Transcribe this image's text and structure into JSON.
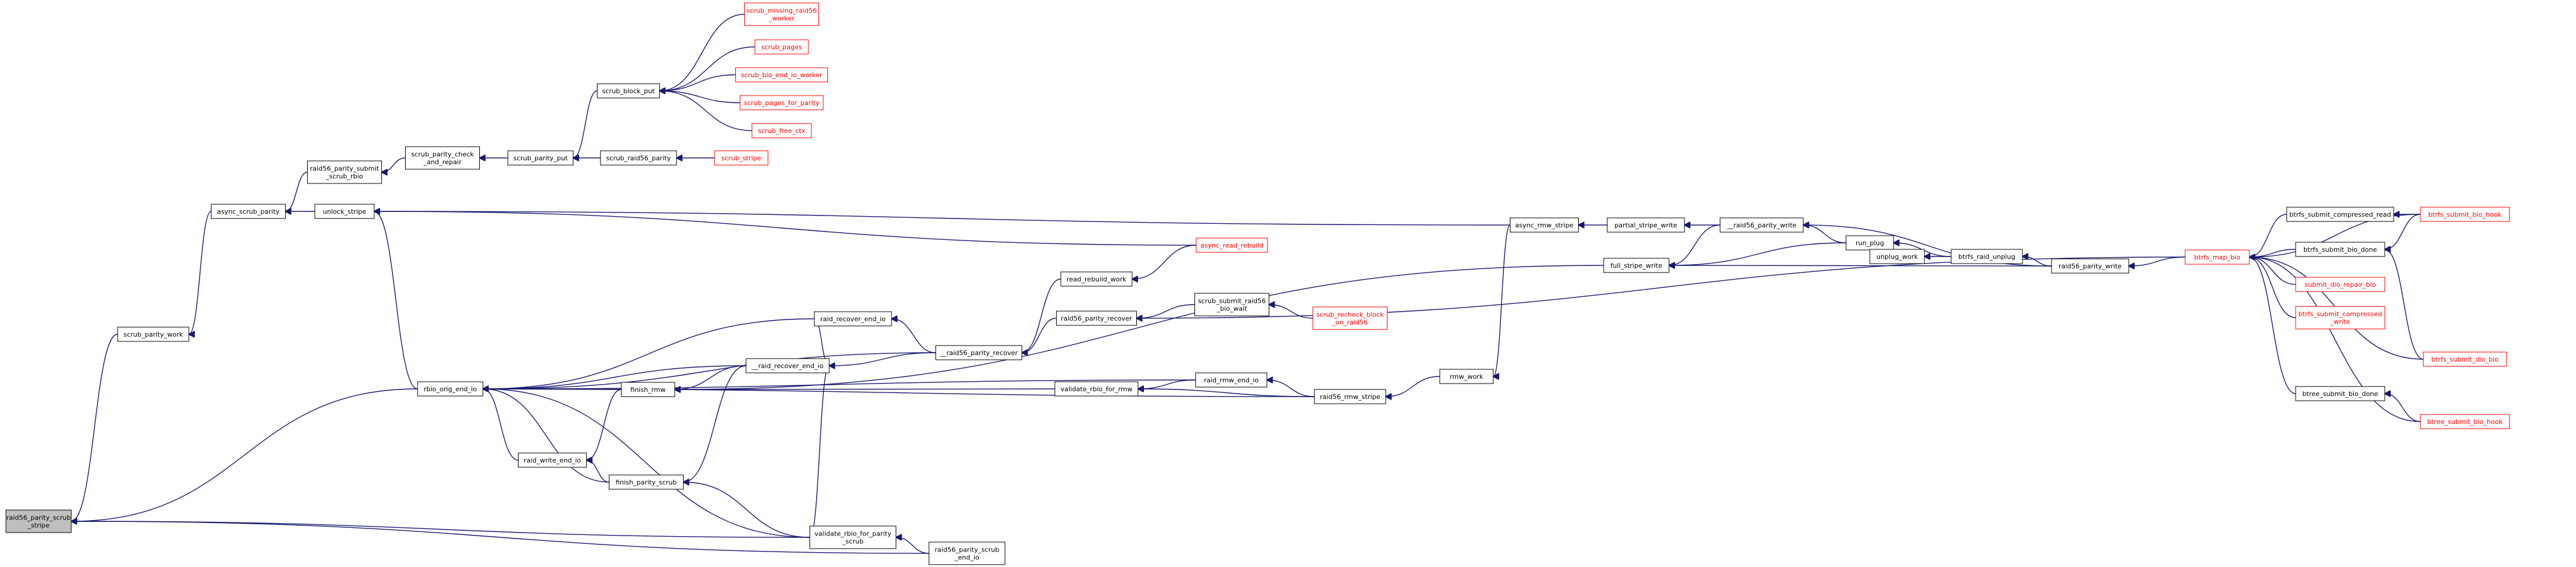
{
  "colors": {
    "edge": "#191970",
    "node_border": "#000000",
    "truncated_border": "#ff0000",
    "root_fill": "#bfbfbf",
    "background": "#ffffff"
  },
  "nodes": [
    {
      "id": "raid56_parity_scrub_stripe",
      "lines": [
        "raid56_parity_scrub",
        "_stripe"
      ],
      "root": true,
      "truncated": false
    },
    {
      "id": "scrub_parity_work",
      "lines": [
        "scrub_parity_work"
      ],
      "truncated": false
    },
    {
      "id": "async_scrub_parity",
      "lines": [
        "async_scrub_parity"
      ],
      "truncated": false
    },
    {
      "id": "raid56_parity_submit_scrub_rbio",
      "lines": [
        "raid56_parity_submit",
        "_scrub_rbio"
      ],
      "truncated": false
    },
    {
      "id": "scrub_parity_check_and_repair",
      "lines": [
        "scrub_parity_check",
        "_and_repair"
      ],
      "truncated": false
    },
    {
      "id": "scrub_parity_put",
      "lines": [
        "scrub_parity_put"
      ],
      "truncated": false
    },
    {
      "id": "scrub_block_put",
      "lines": [
        "scrub_block_put"
      ],
      "truncated": false
    },
    {
      "id": "scrub_missing_raid56_worker",
      "lines": [
        "scrub_missing_raid56",
        "_worker"
      ],
      "truncated": true
    },
    {
      "id": "scrub_pages",
      "lines": [
        "scrub_pages"
      ],
      "truncated": true
    },
    {
      "id": "scrub_bio_end_io_worker",
      "lines": [
        "scrub_bio_end_io_worker"
      ],
      "truncated": true
    },
    {
      "id": "scrub_pages_for_parity",
      "lines": [
        "scrub_pages_for_parity"
      ],
      "truncated": true
    },
    {
      "id": "scrub_free_ctx",
      "lines": [
        "scrub_free_ctx"
      ],
      "truncated": true
    },
    {
      "id": "scrub_raid56_parity",
      "lines": [
        "scrub_raid56_parity"
      ],
      "truncated": false
    },
    {
      "id": "scrub_stripe",
      "lines": [
        "scrub_stripe"
      ],
      "truncated": true
    },
    {
      "id": "unlock_stripe",
      "lines": [
        "unlock_stripe"
      ],
      "truncated": false
    },
    {
      "id": "rbio_orig_end_io",
      "lines": [
        "rbio_orig_end_io"
      ],
      "truncated": false
    },
    {
      "id": "raid_write_end_io",
      "lines": [
        "raid_write_end_io"
      ],
      "truncated": false
    },
    {
      "id": "finish_rmw",
      "lines": [
        "finish_rmw"
      ],
      "truncated": false
    },
    {
      "id": "finish_parity_scrub",
      "lines": [
        "finish_parity_scrub"
      ],
      "truncated": false
    },
    {
      "id": "validate_rbio_for_parity_scrub",
      "lines": [
        "validate_rbio_for_parity",
        "_scrub"
      ],
      "truncated": false
    },
    {
      "id": "raid56_parity_scrub_end_io",
      "lines": [
        "raid56_parity_scrub",
        "_end_io"
      ],
      "truncated": false
    },
    {
      "id": "raid_recover_end_io",
      "lines": [
        "raid_recover_end_io"
      ],
      "truncated": false
    },
    {
      "id": "__raid_recover_end_io",
      "lines": [
        "__raid_recover_end_io"
      ],
      "truncated": false
    },
    {
      "id": "__raid56_parity_recover",
      "lines": [
        "__raid56_parity_recover"
      ],
      "truncated": false
    },
    {
      "id": "read_rebuild_work",
      "lines": [
        "read_rebuild_work"
      ],
      "truncated": false
    },
    {
      "id": "async_read_rebuild",
      "lines": [
        "async_read_rebuild"
      ],
      "truncated": true
    },
    {
      "id": "raid56_parity_recover",
      "lines": [
        "raid56_parity_recover"
      ],
      "truncated": false
    },
    {
      "id": "scrub_submit_raid56_bio_wait",
      "lines": [
        "scrub_submit_raid56",
        "_bio_wait"
      ],
      "truncated": false
    },
    {
      "id": "scrub_recheck_block_on_raid56",
      "lines": [
        "scrub_recheck_block",
        "_on_raid56"
      ],
      "truncated": true
    },
    {
      "id": "validate_rbio_for_rmw",
      "lines": [
        "validate_rbio_for_rmw"
      ],
      "truncated": false
    },
    {
      "id": "raid_rmw_end_io",
      "lines": [
        "raid_rmw_end_io"
      ],
      "truncated": false
    },
    {
      "id": "raid56_rmw_stripe",
      "lines": [
        "raid56_rmw_stripe"
      ],
      "truncated": false
    },
    {
      "id": "rmw_work",
      "lines": [
        "rmw_work"
      ],
      "truncated": false
    },
    {
      "id": "async_rmw_stripe",
      "lines": [
        "async_rmw_stripe"
      ],
      "truncated": false
    },
    {
      "id": "partial_stripe_write",
      "lines": [
        "partial_stripe_write"
      ],
      "truncated": false
    },
    {
      "id": "__raid56_parity_write",
      "lines": [
        "__raid56_parity_write"
      ],
      "truncated": false
    },
    {
      "id": "full_stripe_write",
      "lines": [
        "full_stripe_write"
      ],
      "truncated": false
    },
    {
      "id": "run_plug",
      "lines": [
        "run_plug"
      ],
      "truncated": false
    },
    {
      "id": "unplug_work",
      "lines": [
        "unplug_work"
      ],
      "truncated": false
    },
    {
      "id": "btrfs_raid_unplug",
      "lines": [
        "btrfs_raid_unplug"
      ],
      "truncated": false
    },
    {
      "id": "raid56_parity_write",
      "lines": [
        "raid56_parity_write"
      ],
      "truncated": false
    },
    {
      "id": "btrfs_map_bio",
      "lines": [
        "btrfs_map_bio"
      ],
      "truncated": true
    },
    {
      "id": "btrfs_submit_compressed_read",
      "lines": [
        "btrfs_submit_compressed_read"
      ],
      "truncated": false
    },
    {
      "id": "btrfs_submit_bio_hook",
      "lines": [
        "btrfs_submit_bio_hook"
      ],
      "truncated": true
    },
    {
      "id": "btrfs_submit_bio_done",
      "lines": [
        "btrfs_submit_bio_done"
      ],
      "truncated": false
    },
    {
      "id": "submit_dio_repair_bio",
      "lines": [
        "submit_dio_repair_bio"
      ],
      "truncated": true
    },
    {
      "id": "btrfs_submit_compressed_write",
      "lines": [
        "btrfs_submit_compressed",
        "_write"
      ],
      "truncated": true
    },
    {
      "id": "btrfs_submit_dio_bio",
      "lines": [
        "btrfs_submit_dio_bio"
      ],
      "truncated": true
    },
    {
      "id": "btree_submit_bio_done",
      "lines": [
        "btree_submit_bio_done"
      ],
      "truncated": false
    },
    {
      "id": "btree_submit_bio_hook",
      "lines": [
        "btree_submit_bio_hook"
      ],
      "truncated": true
    }
  ],
  "edges": [
    [
      "scrub_parity_work",
      "raid56_parity_scrub_stripe"
    ],
    [
      "rbio_orig_end_io",
      "raid56_parity_scrub_stripe"
    ],
    [
      "validate_rbio_for_parity_scrub",
      "raid56_parity_scrub_stripe"
    ],
    [
      "raid56_parity_scrub_end_io",
      "raid56_parity_scrub_stripe"
    ],
    [
      "async_scrub_parity",
      "scrub_parity_work"
    ],
    [
      "raid56_parity_submit_scrub_rbio",
      "async_scrub_parity"
    ],
    [
      "unlock_stripe",
      "async_scrub_parity"
    ],
    [
      "scrub_parity_check_and_repair",
      "raid56_parity_submit_scrub_rbio"
    ],
    [
      "scrub_parity_put",
      "scrub_parity_check_and_repair"
    ],
    [
      "scrub_block_put",
      "scrub_parity_put"
    ],
    [
      "scrub_raid56_parity",
      "scrub_parity_put"
    ],
    [
      "scrub_missing_raid56_worker",
      "scrub_block_put"
    ],
    [
      "scrub_pages",
      "scrub_block_put"
    ],
    [
      "scrub_bio_end_io_worker",
      "scrub_block_put"
    ],
    [
      "scrub_pages_for_parity",
      "scrub_block_put"
    ],
    [
      "scrub_free_ctx",
      "scrub_block_put"
    ],
    [
      "scrub_stripe",
      "scrub_raid56_parity"
    ],
    [
      "rbio_orig_end_io",
      "unlock_stripe"
    ],
    [
      "async_rmw_stripe",
      "unlock_stripe"
    ],
    [
      "async_read_rebuild",
      "unlock_stripe"
    ],
    [
      "raid_write_end_io",
      "rbio_orig_end_io"
    ],
    [
      "finish_rmw",
      "rbio_orig_end_io"
    ],
    [
      "finish_parity_scrub",
      "rbio_orig_end_io"
    ],
    [
      "validate_rbio_for_parity_scrub",
      "rbio_orig_end_io"
    ],
    [
      "raid_recover_end_io",
      "rbio_orig_end_io"
    ],
    [
      "__raid_recover_end_io",
      "rbio_orig_end_io"
    ],
    [
      "__raid56_parity_recover",
      "rbio_orig_end_io"
    ],
    [
      "raid_rmw_end_io",
      "rbio_orig_end_io"
    ],
    [
      "raid56_rmw_stripe",
      "rbio_orig_end_io"
    ],
    [
      "finish_rmw",
      "raid_write_end_io"
    ],
    [
      "finish_parity_scrub",
      "raid_write_end_io"
    ],
    [
      "__raid_recover_end_io",
      "finish_rmw"
    ],
    [
      "validate_rbio_for_rmw",
      "finish_rmw"
    ],
    [
      "full_stripe_write",
      "finish_rmw"
    ],
    [
      "__raid_recover_end_io",
      "finish_parity_scrub"
    ],
    [
      "validate_rbio_for_parity_scrub",
      "finish_parity_scrub"
    ],
    [
      "raid_recover_end_io",
      "__raid_recover_end_io"
    ],
    [
      "__raid56_parity_recover",
      "__raid_recover_end_io"
    ],
    [
      "__raid_recover_end_io",
      "validate_rbio_for_parity_scrub"
    ],
    [
      "raid56_parity_scrub_end_io",
      "validate_rbio_for_parity_scrub"
    ],
    [
      "__raid56_parity_recover",
      "raid_recover_end_io"
    ],
    [
      "read_rebuild_work",
      "__raid56_parity_recover"
    ],
    [
      "raid56_parity_recover",
      "__raid56_parity_recover"
    ],
    [
      "async_read_rebuild",
      "read_rebuild_work"
    ],
    [
      "scrub_submit_raid56_bio_wait",
      "raid56_parity_recover"
    ],
    [
      "btrfs_map_bio",
      "raid56_parity_recover"
    ],
    [
      "scrub_recheck_block_on_raid56",
      "scrub_submit_raid56_bio_wait"
    ],
    [
      "raid_rmw_end_io",
      "validate_rbio_for_rmw"
    ],
    [
      "raid56_rmw_stripe",
      "validate_rbio_for_rmw"
    ],
    [
      "raid56_rmw_stripe",
      "raid_rmw_end_io"
    ],
    [
      "rmw_work",
      "raid56_rmw_stripe"
    ],
    [
      "async_rmw_stripe",
      "rmw_work"
    ],
    [
      "partial_stripe_write",
      "async_rmw_stripe"
    ],
    [
      "__raid56_parity_write",
      "partial_stripe_write"
    ],
    [
      "run_plug",
      "__raid56_parity_write"
    ],
    [
      "raid56_parity_write",
      "__raid56_parity_write"
    ],
    [
      "__raid56_parity_write",
      "full_stripe_write"
    ],
    [
      "run_plug",
      "full_stripe_write"
    ],
    [
      "raid56_parity_write",
      "full_stripe_write"
    ],
    [
      "unplug_work",
      "run_plug"
    ],
    [
      "btrfs_raid_unplug",
      "run_plug"
    ],
    [
      "btrfs_raid_unplug",
      "unplug_work"
    ],
    [
      "raid56_parity_write",
      "btrfs_raid_unplug"
    ],
    [
      "btrfs_map_bio",
      "raid56_parity_write"
    ],
    [
      "btrfs_submit_compressed_read",
      "btrfs_map_bio"
    ],
    [
      "btrfs_submit_bio_hook",
      "btrfs_map_bio"
    ],
    [
      "btrfs_submit_bio_done",
      "btrfs_map_bio"
    ],
    [
      "submit_dio_repair_bio",
      "btrfs_map_bio"
    ],
    [
      "btrfs_submit_compressed_write",
      "btrfs_map_bio"
    ],
    [
      "btrfs_submit_dio_bio",
      "btrfs_map_bio"
    ],
    [
      "btree_submit_bio_done",
      "btrfs_map_bio"
    ],
    [
      "btree_submit_bio_hook",
      "btrfs_map_bio"
    ],
    [
      "btrfs_submit_bio_hook",
      "btrfs_submit_compressed_read"
    ],
    [
      "btrfs_submit_dio_bio",
      "btrfs_submit_bio_done"
    ],
    [
      "btrfs_submit_bio_hook",
      "btrfs_submit_bio_done"
    ],
    [
      "btree_submit_bio_hook",
      "btree_submit_bio_done"
    ]
  ]
}
